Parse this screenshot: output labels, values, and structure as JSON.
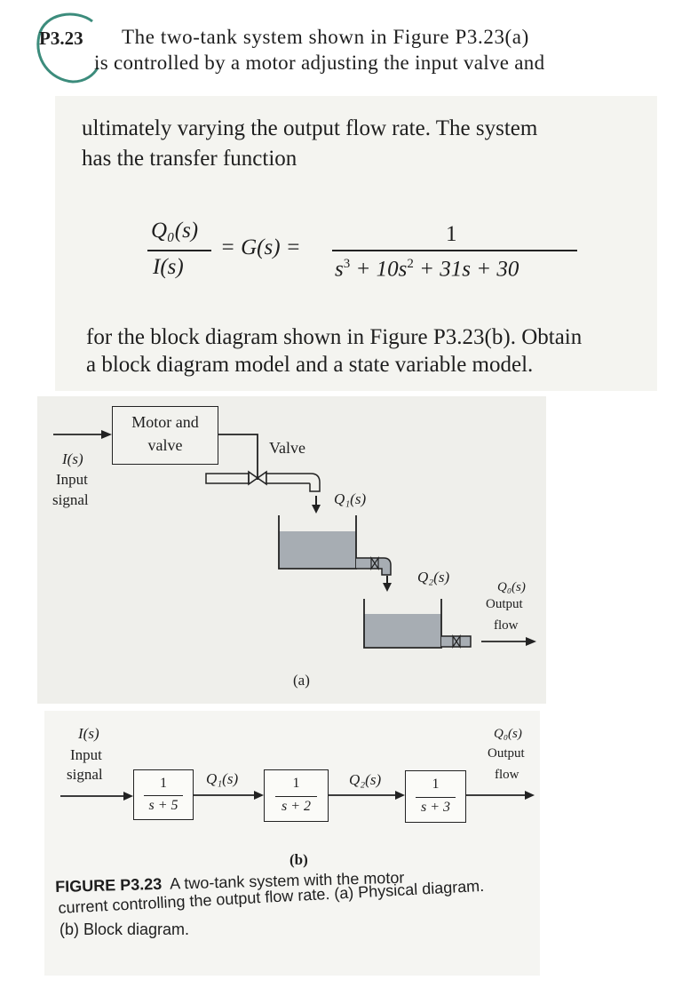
{
  "problem": {
    "number": "P3.23",
    "intro_line1": "The two-tank system shown in Figure P3.23(a)",
    "intro_line2": "is controlled by a motor adjusting the input valve and",
    "cont_line1": "ultimately varying the output flow rate. The system",
    "cont_line2": "has the transfer function",
    "eq": {
      "lhs_num": "Q₀(s)",
      "lhs_den": "I(s)",
      "mid": "= G(s) =",
      "rhs_num": "1",
      "rhs_den_base": "s",
      "rhs_den_rest1": " + 10s",
      "rhs_den_rest2": " + 31s + 30",
      "exp3": "3",
      "exp2": "2"
    },
    "after_line1": "for the block diagram shown in Figure P3.23(b). Obtain",
    "after_line2": "a block diagram model and a state variable model."
  },
  "physical": {
    "motor_label1": "Motor and",
    "motor_label2": "valve",
    "valve_label": "Valve",
    "input_sym": "I(s)",
    "input_word1": "Input",
    "input_word2": "signal",
    "q1": "Q₁(s)",
    "q2": "Q₂(s)",
    "qo": "Q₀(s)",
    "output_word1": "Output",
    "output_word2": "flow",
    "caption": "(a)"
  },
  "block": {
    "input_sym": "I(s)",
    "input_word1": "Input",
    "input_word2": "signal",
    "b1_num": "1",
    "b1_den": "s + 5",
    "b2_num": "1",
    "b2_den": "s + 2",
    "b3_num": "1",
    "b3_den": "s + 3",
    "q1": "Q₁(s)",
    "q2": "Q₂(s)",
    "qo": "Q₀(s)",
    "output_word1": "Output",
    "output_word2": "flow",
    "caption": "(b)"
  },
  "figure_caption": {
    "label": "FIGURE P3.23",
    "line1": "A two-tank system with the motor",
    "line2": "current controlling the output flow rate. (a) Physical diagram.",
    "line3": "(b) Block diagram."
  },
  "colors": {
    "water": "#a7adb3",
    "ink": "#1e1e1e",
    "annotation": "#3c8c7c",
    "page_tint": "#f4f4f0"
  }
}
